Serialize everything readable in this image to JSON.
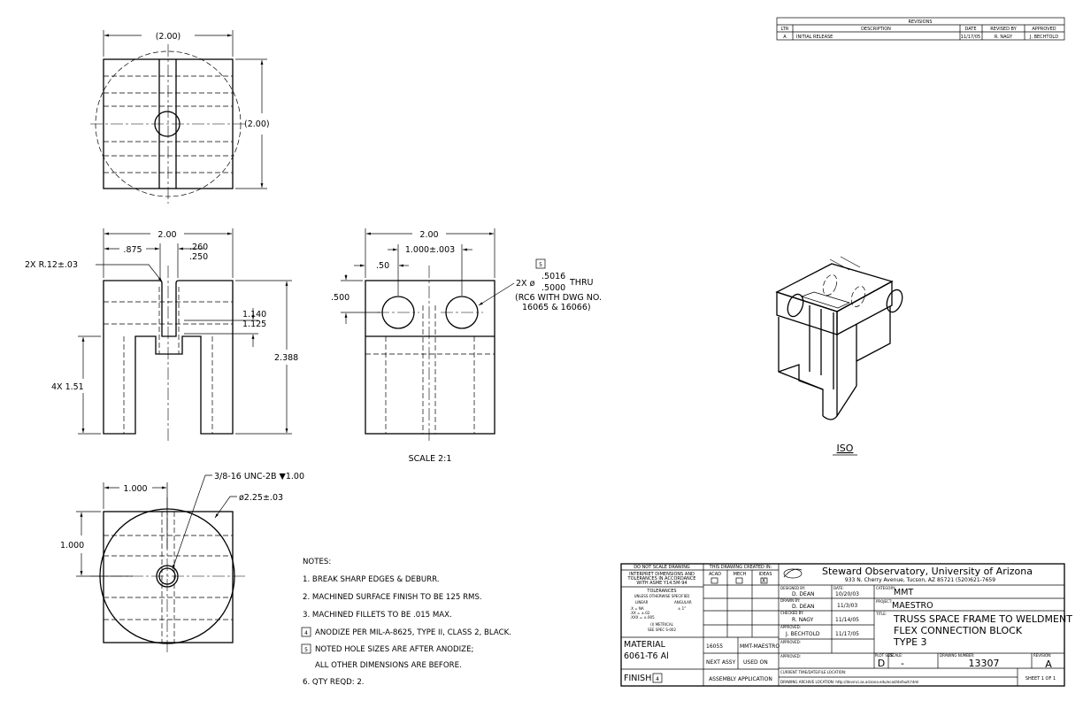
{
  "revisions": {
    "title": "REVISIONS",
    "headers": {
      "ltr": "LTR",
      "description": "DESCRIPTION",
      "date": "DATE",
      "revised_by": "REVISED BY",
      "approved": "APPROVED"
    },
    "row": {
      "ltr": "A",
      "description": "INITIAL RELEASE",
      "date": "11/17/05",
      "revised_by": "R. NAGY",
      "approved": "J. BECHTOLD"
    }
  },
  "top_view": {
    "width": "(2.00)",
    "height": "(2.00)"
  },
  "front_view": {
    "width": "2.00",
    "left_offset": ".875",
    "slot_upper": ".260",
    "slot_lower": ".250",
    "fillet": "2X R.12±.03",
    "depth_upper": "1.140",
    "depth_lower": "1.125",
    "leg_height": "4X 1.51",
    "total_height": "2.388"
  },
  "side_view": {
    "width": "2.00",
    "hole_spacing": "1.000±.003",
    "hole_offset": ".50",
    "hole_height": ".500",
    "note_number": "5",
    "hole_prefix": "2X ø",
    "hole_upper": ".5016",
    "hole_lower": ".5000",
    "hole_suffix": "THRU",
    "hole_note_1": "(RC6 WITH DWG NO.",
    "hole_note_2": "16065 & 16066)",
    "scale": "SCALE 2:1"
  },
  "bottom_view": {
    "offset_x": "1.000",
    "offset_y": "1.000",
    "thread": "3/8-16 UNC-2B ▼1.00",
    "diameter": "ø2.25±.03"
  },
  "iso_label": "ISO",
  "notes": {
    "title": "NOTES:",
    "items": [
      "1. BREAK SHARP EDGES & DEBURR.",
      "2. MACHINED SURFACE FINISH TO BE 125 RMS.",
      "3. MACHINED FILLETS TO BE .015 MAX.",
      "ANODIZE PER MIL-A-8625, TYPE II, CLASS 2, BLACK.",
      "NOTED HOLE SIZES ARE AFTER ANODIZE;",
      "ALL OTHER DIMENSIONS ARE BEFORE.",
      "6. QTY REQD: 2."
    ],
    "flag_4": "4",
    "flag_5": "5"
  },
  "title_block": {
    "no_scale": "DO NOT SCALE DRAWING",
    "interpret_1": "INTERPRET DIMENSIONS AND",
    "interpret_2": "TOLERANCES IN ACCORDANCE",
    "interpret_3": "WITH ASME Y14.5M-94",
    "tol_title": "TOLERANCES",
    "tol_sub": "UNLESS OTHERWISE SPECIFIED",
    "tol_linear": "LINEAR",
    "tol_angular": "ANGULAR",
    "tol_1": ".X  = NA",
    "tol_2": ".XX = ±.02",
    "tol_3": ".XXX = ±.005",
    "tol_ang": "± 1°",
    "metric": "(I) METRICAL",
    "spec": "SEE SPEC S-002",
    "created_in": "THIS DRAWING CREATED IN:",
    "acad": "ACAD",
    "mech": "MECH",
    "ideas": "IDEAS",
    "ideas_mark": "X",
    "material_label": "MATERIAL",
    "material": "6061-T6 Al",
    "finish_label": "FINISH",
    "finish_flag": "4",
    "next_assy_num": "16055",
    "used_on_val": "MMT-MAESTRO",
    "next_assy": "NEXT ASSY",
    "used_on": "USED ON",
    "application": "ASSEMBLY APPLICATION",
    "org": "Steward Observatory, University of Arizona",
    "address": "933 N. Cherry Avenue, Tucson, AZ  85721   (520)621-7659",
    "designed_label": "DESIGNED BY:",
    "designed_by": "D. DEAN",
    "date_label": "DATE:",
    "designed_date": "10/20/03",
    "drawn_label": "DRAWN BY:",
    "drawn_by": "D. DEAN",
    "drawn_date": "11/3/03",
    "checked_label": "CHECKED BY:",
    "checked_by": "R. NAGY",
    "checked_date": "11/14/05",
    "approved_label": "APPROVED:",
    "approved_by": "J. BECHTOLD",
    "approved_date": "11/17/05",
    "category_label": "CATEGORY:",
    "category": "MMT",
    "project_label": "PROJECT:",
    "project": "MAESTRO",
    "title_label": "TITLE:",
    "title_1": "TRUSS SPACE FRAME TO WELDMENT",
    "title_2": "FLEX CONNECTION BLOCK",
    "title_3": "TYPE 3",
    "plot_label": "PLOT SIZE",
    "plot_size": "D",
    "scale_label": "SCALE:",
    "scale": "-",
    "dwg_label": "DRAWING NUMBER:",
    "dwg_no": "13307",
    "rev_label": "REVISION:",
    "rev": "A",
    "file_loc_label": "CURRENT TIME/DATE/FILE LOCATION:",
    "archive_label": "DRAWING ARCHIVE LOCATION: http://devinci.as.arizona.edu/ecad/default.html",
    "sheet": "SHEET 1 OF 1"
  }
}
